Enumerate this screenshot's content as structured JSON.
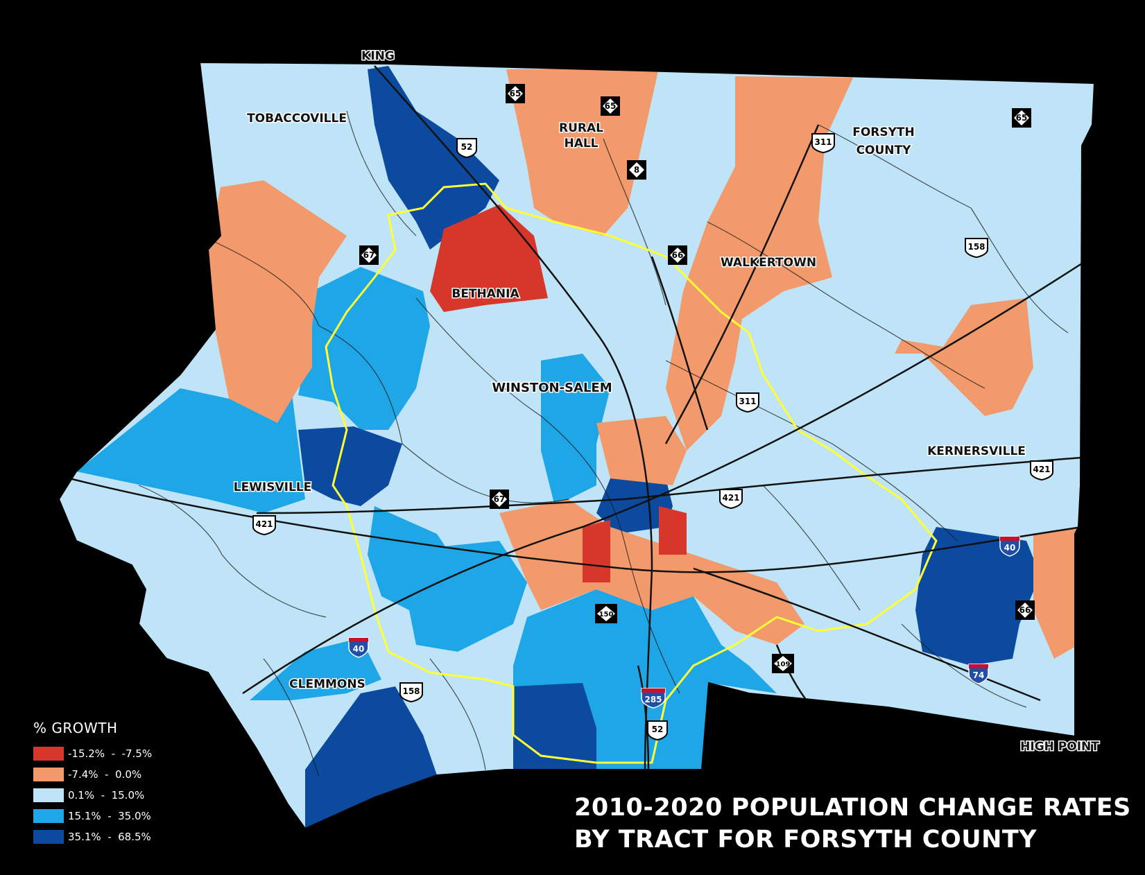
{
  "title_lines": [
    "2010-2020 POPULATION CHANGE RATES",
    "BY TRACT FOR FORSYTH COUNTY"
  ],
  "colors": {
    "background": "#000000",
    "class_1": "#d7372b",
    "class_2": "#f29a6b",
    "class_3": "#bfe3f7",
    "class_4": "#1ea6e6",
    "class_5": "#0b4a9e",
    "city_limit": "#ffff33",
    "tract_line": "#1a1a1a"
  },
  "legend": {
    "title": "% GROWTH",
    "items": [
      {
        "label": "-15.2%  -  -7.5%",
        "color": "#d7372b"
      },
      {
        "label": "-7.4%  -  0.0%",
        "color": "#f29a6b"
      },
      {
        "label": "0.1%  -  15.0%",
        "color": "#bfe3f7"
      },
      {
        "label": "15.1%  -  35.0%",
        "color": "#1ea6e6"
      },
      {
        "label": "35.1%  -  68.5%",
        "color": "#0b4a9e"
      }
    ]
  },
  "places": {
    "king": "KING",
    "tobaccoville": "TOBACCOVILLE",
    "rural": "RURAL",
    "hall": "HALL",
    "forsyth": "FORSYTH",
    "county": "COUNTY",
    "walkertown": "WALKERTOWN",
    "bethania": "BETHANIA",
    "winston_salem": "WINSTON-SALEM",
    "kernersville": "KERNERSVILLE",
    "lewisville": "LEWISVILLE",
    "clemmons": "CLEMMONS",
    "high_point": "HIGH POINT"
  },
  "shields": {
    "nc65_a": "65",
    "nc65_b": "65",
    "nc65_c": "65",
    "nc8": "8",
    "nc66_a": "66",
    "nc66_b": "66",
    "nc67_a": "67",
    "nc67_b": "67",
    "nc109": "109",
    "nc150": "150",
    "us52_a": "52",
    "us52_b": "52",
    "us311_a": "311",
    "us311_b": "311",
    "us158_a": "158",
    "us158_b": "158",
    "us421_a": "421",
    "us421_b": "421",
    "us421_c": "421",
    "i40_a": "40",
    "i40_b": "40",
    "i74": "74",
    "i285": "285"
  }
}
